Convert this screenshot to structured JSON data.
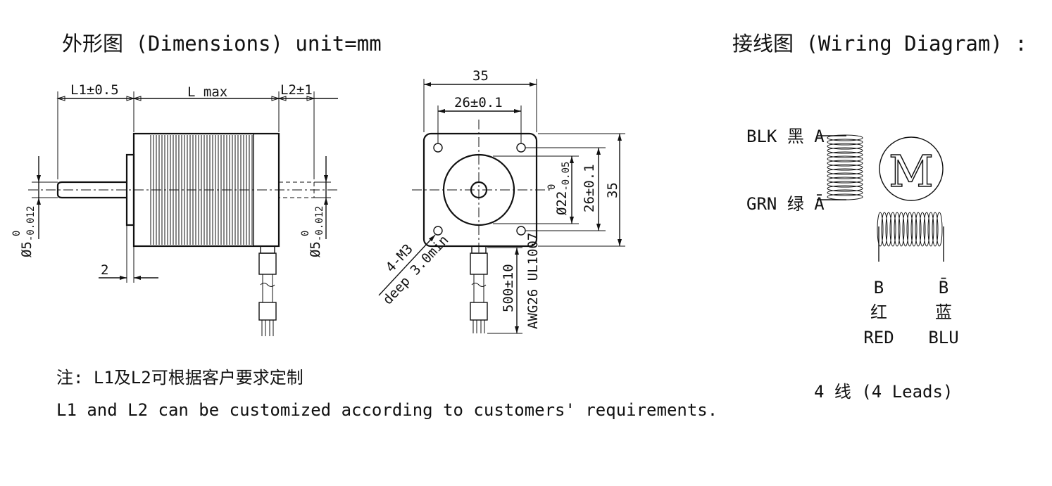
{
  "titles": {
    "dimensions": "外形图 (Dimensions)  unit=mm",
    "wiring": "接线图 (Wiring Diagram) :"
  },
  "side_view": {
    "l1": "L1±0.5",
    "l_max": "L max",
    "l2": "L2±1",
    "shaft_dia_left_base": "Ø5",
    "shaft_dia_left_upper": "0",
    "shaft_dia_left_lower": "-0.012",
    "shaft_dia_right_base": "Ø5",
    "shaft_dia_right_upper": "0",
    "shaft_dia_right_lower": "-0.012",
    "flange": "2"
  },
  "front_view": {
    "width_outer": "35",
    "bolt_spacing": "26±0.1",
    "height_outer": "35",
    "bolt_spacing_v": "26±0.1",
    "boss_dia_base": "Ø22",
    "boss_dia_upper": "0",
    "boss_dia_lower": "-0.05",
    "holes": "4-M3",
    "holes_depth": "deep 3.0min",
    "cable_length": "500±10",
    "cable_spec": "AWG26 UL1007"
  },
  "notes": {
    "cn": "注: L1及L2可根据客户要求定制",
    "en": "L1 and L2 can be customized according to customers' requirements."
  },
  "wiring": {
    "motor_symbol": "M",
    "wires": [
      {
        "color_code": "BLK",
        "cn": "黑",
        "phase": "A"
      },
      {
        "color_code": "GRN",
        "cn": "绿",
        "phase": "Ā"
      },
      {
        "color_code": "RED",
        "cn": "红",
        "phase": "B"
      },
      {
        "color_code": "BLU",
        "cn": "蓝",
        "phase": "B̄"
      }
    ],
    "leads": "4 线 (4 Leads)"
  }
}
